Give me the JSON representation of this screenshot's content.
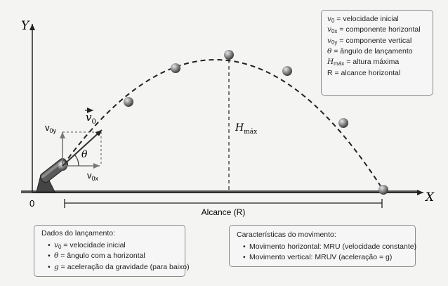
{
  "axes": {
    "y_label": "Y",
    "x_label": "X",
    "origin_label": "0"
  },
  "labels": {
    "v0": "v",
    "v0_sub": "0",
    "v0y": "v",
    "v0y_sub": "0y",
    "v0x": "v",
    "v0x_sub": "0x",
    "theta": "θ",
    "hmax": "H",
    "hmax_sub": "máx",
    "alcance": "Alcance (R)"
  },
  "legend": {
    "items": [
      {
        "sym": "v",
        "sub": "0",
        "text": " = velocidade inicial"
      },
      {
        "sym": "v",
        "sub": "0x",
        "text": " = componente horizontal"
      },
      {
        "sym": "v",
        "sub": "0y",
        "text": " = componente vertical"
      },
      {
        "sym": "θ",
        "sub": "",
        "text": " = ângulo de lançamento"
      },
      {
        "sym": "H",
        "sub": "máx",
        "text": " = altura máxima"
      },
      {
        "sym": "",
        "sub": "",
        "text": "R = alcance horizontal"
      }
    ]
  },
  "launch_data": {
    "title": "Dados do lançamento:",
    "items": [
      {
        "sym": "v",
        "sub": "0",
        "text": " = velocidade inicial"
      },
      {
        "sym": "θ",
        "sub": "",
        "text": " = ângulo com a horizontal"
      },
      {
        "sym": "g",
        "sub": "",
        "text": " = aceleração da gravidade (para baixo)"
      }
    ]
  },
  "motion": {
    "title": "Características do movimento:",
    "items": [
      "Movimento horizontal: MRU (velocidade constante)",
      "Movimento vertical: MRUV (aceleração = g)"
    ]
  }
}
